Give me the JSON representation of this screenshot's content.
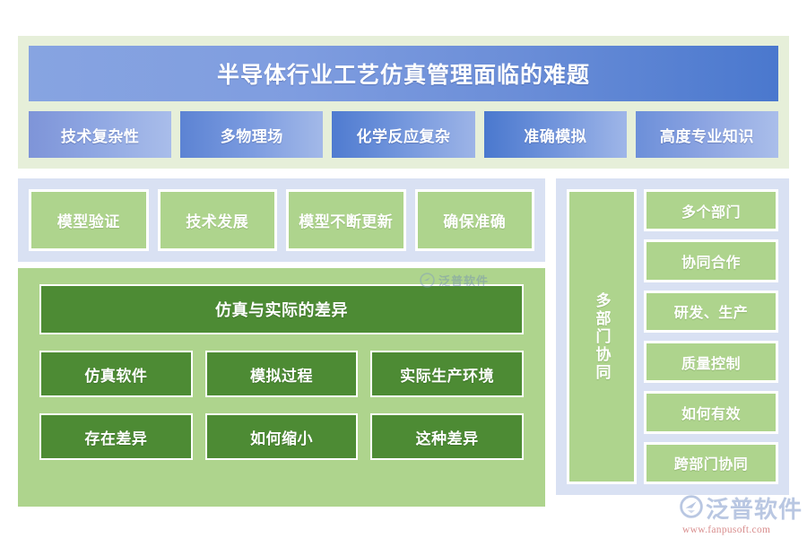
{
  "header": {
    "title": "半导体行业工艺仿真管理面临的难题",
    "chips": [
      "技术复杂性",
      "多物理场",
      "化学反应复杂",
      "准确模拟",
      "高度专业知识"
    ]
  },
  "mid_panel": {
    "boxes": [
      "模型验证",
      "技术发展",
      "模型不断更新",
      "确保准确"
    ]
  },
  "green_panel": {
    "banner": "仿真与实际的差异",
    "row1": [
      "仿真软件",
      "模拟过程",
      "实际生产环境"
    ],
    "row2": [
      "存在差异",
      "如何缩小",
      "这种差异"
    ],
    "watermark": "泛普软件"
  },
  "right_panel": {
    "vertical_label": "多部门协同",
    "items": [
      "多个部门",
      "协同合作",
      "研发、生产",
      "质量控制",
      "如何有效",
      "跨部门协同"
    ]
  },
  "logo": {
    "brand": "泛普软件",
    "url": "www.fanpusoft.com"
  },
  "colors": {
    "page_bg": "#ffffff",
    "top_panel_bg": "#e6efd9",
    "periwinkle_panel_bg": "#d9e1f3",
    "light_green": "#aed48d",
    "dark_green": "#4d8b34",
    "title_blue_left": "#87a4e1",
    "title_blue_right": "#4a78ce",
    "text_white": "#ffffff",
    "logo_blue": "#b9c7e2",
    "logo_red": "#d98f8f"
  }
}
